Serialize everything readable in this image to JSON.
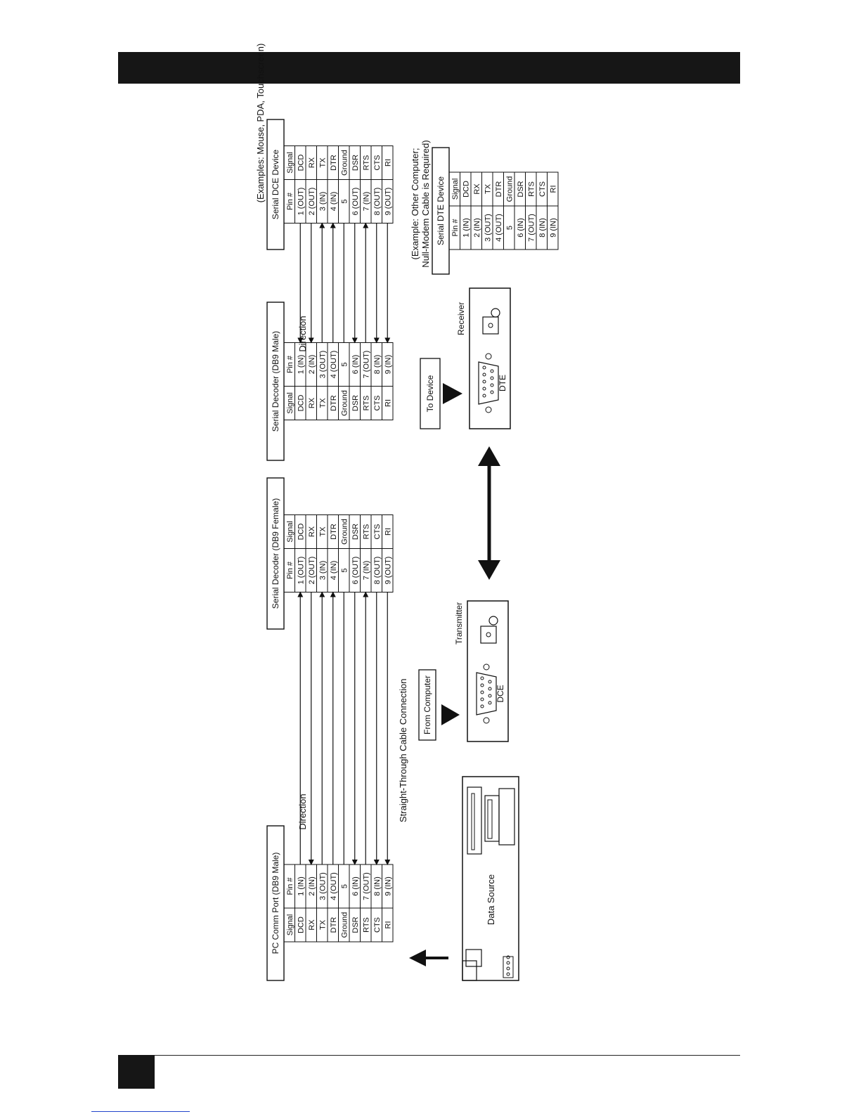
{
  "labels": {
    "pc_port_title": "PC Comm Port (DB9 Male)",
    "decoder_female_title": "Serial Decoder (DB9 Female)",
    "decoder_male_title": "Serial Decoder (DB9 Male)",
    "dce_device_title": "Serial DCE Device",
    "dte_device_title": "Serial DTE Device",
    "dce_examples": "(Examples: Mouse, PDA, Touchscreen)",
    "dte_example_line1": "(Example: Other Computer;",
    "dte_example_line2": "Null-Modem Cable is Required)",
    "direction_left": "Direction",
    "direction_right": "Direction",
    "straight_through": "Straight-Through Cable Connection",
    "from_computer": "From Computer",
    "to_device": "To Device",
    "transmitter": "Transmitter",
    "receiver": "Receiver",
    "dce_port": "DCE",
    "dte_port": "DTE",
    "data_source": "Data Source"
  },
  "headers": {
    "signal": "Signal",
    "pin": "Pin #"
  },
  "pc_port_rows": [
    {
      "signal": "DCD",
      "pin": "1 (IN)"
    },
    {
      "signal": "RX",
      "pin": "2 (IN)"
    },
    {
      "signal": "TX",
      "pin": "3 (OUT)"
    },
    {
      "signal": "DTR",
      "pin": "4 (OUT)"
    },
    {
      "signal": "Ground",
      "pin": "5"
    },
    {
      "signal": "DSR",
      "pin": "6 (IN)"
    },
    {
      "signal": "RTS",
      "pin": "7 (OUT)"
    },
    {
      "signal": "CTS",
      "pin": "8 (IN)"
    },
    {
      "signal": "RI",
      "pin": "9 (IN)"
    }
  ],
  "decoder_female_rows": [
    {
      "pin": "1 (OUT)",
      "signal": "DCD"
    },
    {
      "pin": "2 (OUT)",
      "signal": "RX"
    },
    {
      "pin": "3 (IN)",
      "signal": "TX"
    },
    {
      "pin": "4 (IN)",
      "signal": "DTR"
    },
    {
      "pin": "5",
      "signal": "Ground"
    },
    {
      "pin": "6 (OUT)",
      "signal": "DSR"
    },
    {
      "pin": "7 (IN)",
      "signal": "RTS"
    },
    {
      "pin": "8 (OUT)",
      "signal": "CTS"
    },
    {
      "pin": "9 (OUT)",
      "signal": "RI"
    }
  ],
  "decoder_male_rows": [
    {
      "signal": "DCD",
      "pin": "1 (IN)"
    },
    {
      "signal": "RX",
      "pin": "2 (IN)"
    },
    {
      "signal": "TX",
      "pin": "3 (OUT)"
    },
    {
      "signal": "DTR",
      "pin": "4 (OUT)"
    },
    {
      "signal": "Ground",
      "pin": "5"
    },
    {
      "signal": "DSR",
      "pin": "6 (IN)"
    },
    {
      "signal": "RTS",
      "pin": "7 (OUT)"
    },
    {
      "signal": "CTS",
      "pin": "8 (IN)"
    },
    {
      "signal": "RI",
      "pin": "9 (IN)"
    }
  ],
  "dce_device_rows": [
    {
      "pin": "1 (OUT)",
      "signal": "DCD"
    },
    {
      "pin": "2 (OUT)",
      "signal": "RX"
    },
    {
      "pin": "3 (IN)",
      "signal": "TX"
    },
    {
      "pin": "4 (IN)",
      "signal": "DTR"
    },
    {
      "pin": "5",
      "signal": "Ground"
    },
    {
      "pin": "6 (OUT)",
      "signal": "DSR"
    },
    {
      "pin": "7 (IN)",
      "signal": "RTS"
    },
    {
      "pin": "8 (OUT)",
      "signal": "CTS"
    },
    {
      "pin": "9 (OUT)",
      "signal": "RI"
    }
  ],
  "dte_device_rows": [
    {
      "pin": "1 (IN)",
      "signal": "DCD"
    },
    {
      "pin": "2 (IN)",
      "signal": "RX"
    },
    {
      "pin": "3 (OUT)",
      "signal": "TX"
    },
    {
      "pin": "4 (OUT)",
      "signal": "DTR"
    },
    {
      "pin": "5",
      "signal": "Ground"
    },
    {
      "pin": "6 (IN)",
      "signal": "DSR"
    },
    {
      "pin": "7 (OUT)",
      "signal": "RTS"
    },
    {
      "pin": "8 (IN)",
      "signal": "CTS"
    },
    {
      "pin": "9 (IN)",
      "signal": "RI"
    }
  ],
  "left_link_directions": [
    "right",
    "left",
    "right",
    "right",
    "none",
    "left",
    "right",
    "left",
    "left"
  ],
  "right_link_directions": [
    "left",
    "left",
    "right",
    "right",
    "none",
    "left",
    "right",
    "left",
    "left"
  ],
  "colors": {
    "ink": "#111111",
    "header_bar": "#161616",
    "page": "#ffffff"
  }
}
